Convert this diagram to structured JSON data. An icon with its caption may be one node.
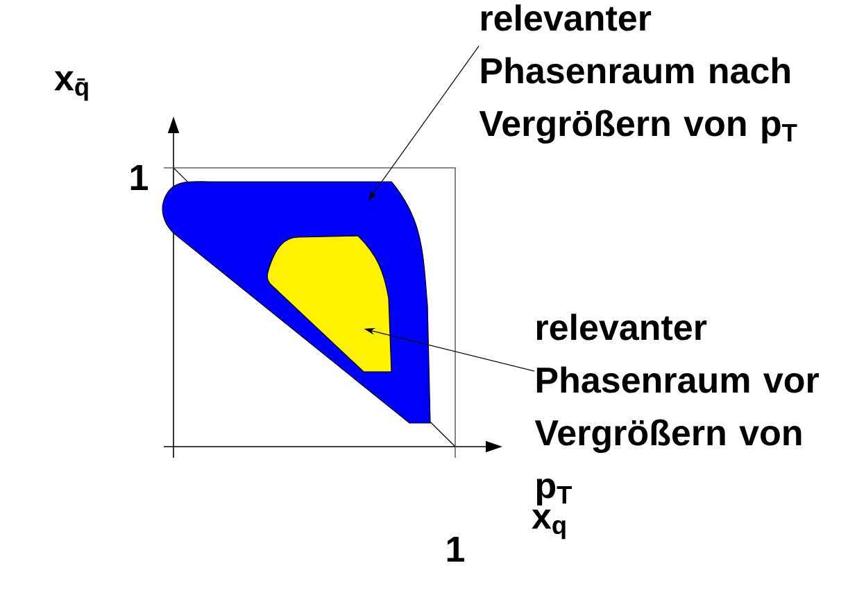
{
  "diagram": {
    "nodes": [
      {
        "text": [
          "relevanter Phasenraum nach Vergrößern von p$_{T}$"
        ]
      },
      {
        "text": [],
        "shape": "blob"
      },
      {
        "text": [
          "relevanter Phasenraum vor Vergrößern von p$_{T}$"
        ]
      },
      {
        "text": [],
        "shape": "blob",
        "in": 1
      }
    ],
    "edges": [
      {
        "from": 0,
        "to": 1,
        "arrow": "to"
      },
      {
        "from": 2,
        "to": 3,
        "arrow": "to"
      }
    ],
    "labels": [
      "x$_{q̄}$",
      "1",
      "1",
      "x$_{q}$"
    ]
  }
}
